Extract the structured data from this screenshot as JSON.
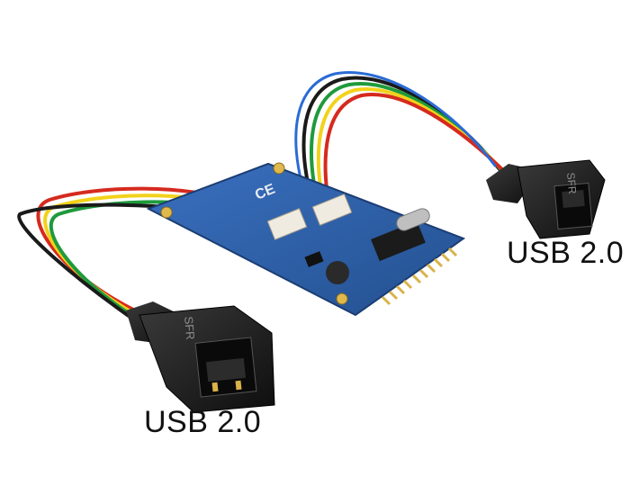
{
  "labels": {
    "right_connector": "USB 2.0",
    "left_connector": "USB 2.0"
  },
  "connector_marking": "SFR",
  "board_marking": "CE",
  "colors": {
    "background": "#ffffff",
    "pcb": "#2f5fa8",
    "gold_contacts": "#d9b24a",
    "wire_red": "#d62a1e",
    "wire_white": "#efefef",
    "wire_green": "#1f9a3c",
    "wire_black": "#1a1a1a",
    "wire_yellow": "#f2d21b",
    "connector_housing": "#1d1d1d"
  }
}
